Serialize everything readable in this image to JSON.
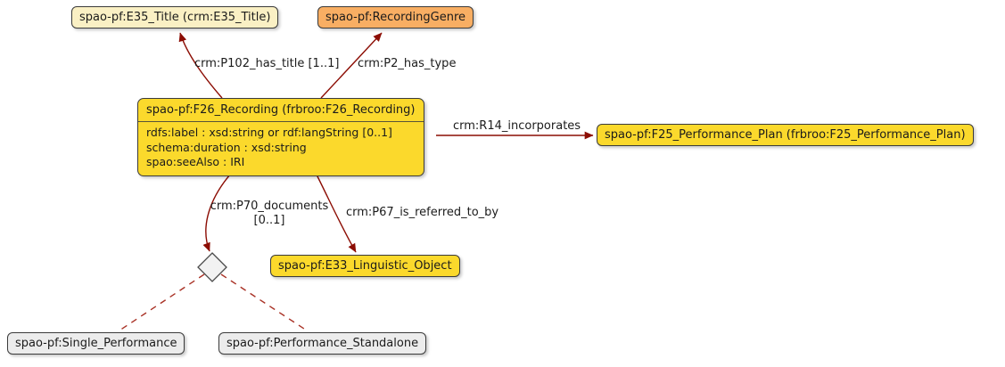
{
  "diagram": {
    "nodes": {
      "e35_title": {
        "label": "spao-pf:E35_Title (crm:E35_Title)",
        "fill": "#FAF0C4"
      },
      "recording_genre": {
        "label": "spao-pf:RecordingGenre",
        "fill": "#F8AE63"
      },
      "f26_recording": {
        "title": "spao-pf:F26_Recording (frbroo:F26_Recording)",
        "attributes": [
          "rdfs:label  : xsd:string or rdf:langString  [0..1]",
          "schema:duration  : xsd:string",
          "spao:seeAlso  :  IRI"
        ],
        "fill": "#FBD92C"
      },
      "f25_performance_plan": {
        "label": "spao-pf:F25_Performance_Plan (frbroo:F25_Performance_Plan)",
        "fill": "#FBD92C"
      },
      "e33_linguistic_object": {
        "label": "spao-pf:E33_Linguistic_Object",
        "fill": "#FBD92C"
      },
      "single_performance": {
        "label": "spao-pf:Single_Performance",
        "fill": "#ECECEC"
      },
      "performance_standalone": {
        "label": "spao-pf:Performance_Standalone",
        "fill": "#ECECEC"
      }
    },
    "edges": {
      "p102": {
        "label": "crm:P102_has_title [1..1]"
      },
      "p2": {
        "label": "crm:P2_has_type"
      },
      "r14": {
        "label": "crm:R14_incorporates"
      },
      "p70": {
        "label": "crm:P70_documents",
        "cardinality": "[0..1]"
      },
      "p67": {
        "label": "crm:P67_is_referred_to_by"
      }
    },
    "colors": {
      "edge_solid": "#8C0D04",
      "edge_dashed": "#A93226",
      "node_border": "#3B3B3B",
      "diamond_fill": "#F2F2F2",
      "diamond_stroke": "#4A4A4A",
      "background": "#FFFFFF"
    }
  }
}
